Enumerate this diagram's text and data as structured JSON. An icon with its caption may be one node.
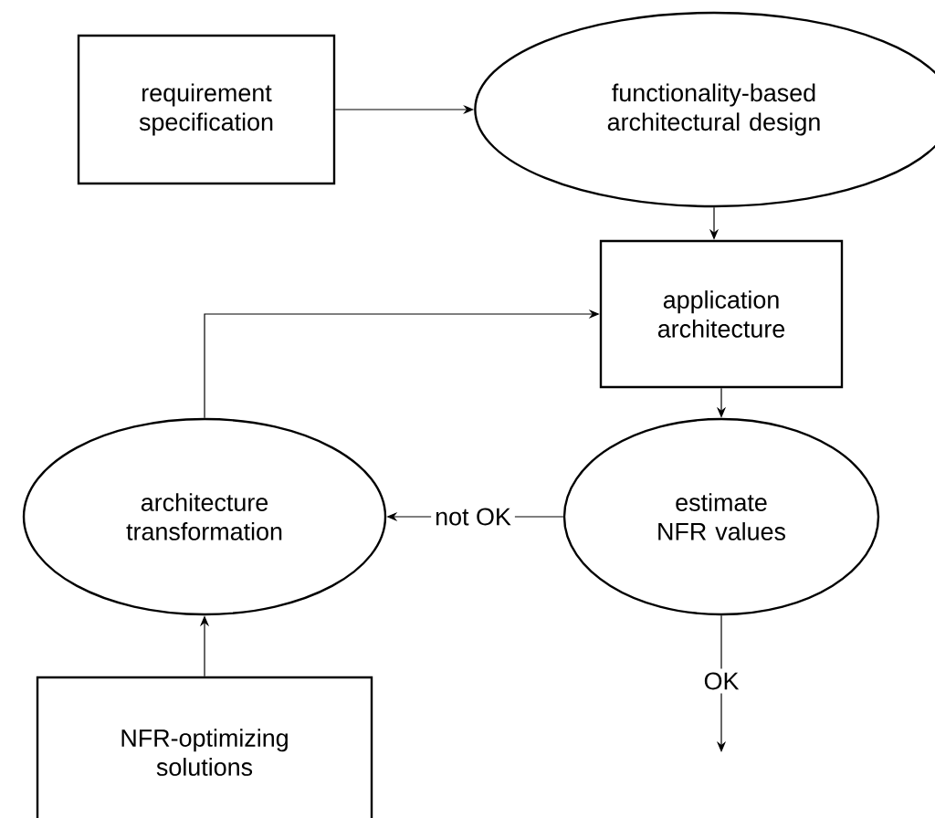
{
  "diagram": {
    "nodes": [
      {
        "text": [
          "requirement specification"
        ]
      },
      {
        "text": [
          "functionality-based architectural design"
        ]
      },
      {
        "text": [
          "application architecture"
        ]
      },
      {
        "text": [
          "architecture transformation"
        ]
      },
      {
        "text": [
          "estimate NFR values"
        ]
      },
      {
        "text": [
          "NFR-optimizing solutions"
        ]
      }
    ],
    "edges": [
      {
        "from": 0,
        "to": 1,
        "arrow": "to"
      },
      {
        "from": 1,
        "to": 2,
        "arrow": "to"
      },
      {
        "from": 3,
        "to": 2,
        "arrow": "to"
      },
      {
        "from": 2,
        "to": 4,
        "arrow": "to"
      },
      {
        "from": 4,
        "to": 3,
        "arrow": "to",
        "label": "not OK"
      },
      {
        "from": 5,
        "to": 3,
        "arrow": "to"
      },
      {
        "from": 4,
        "to": null,
        "arrow": "to",
        "label": "OK"
      }
    ]
  }
}
